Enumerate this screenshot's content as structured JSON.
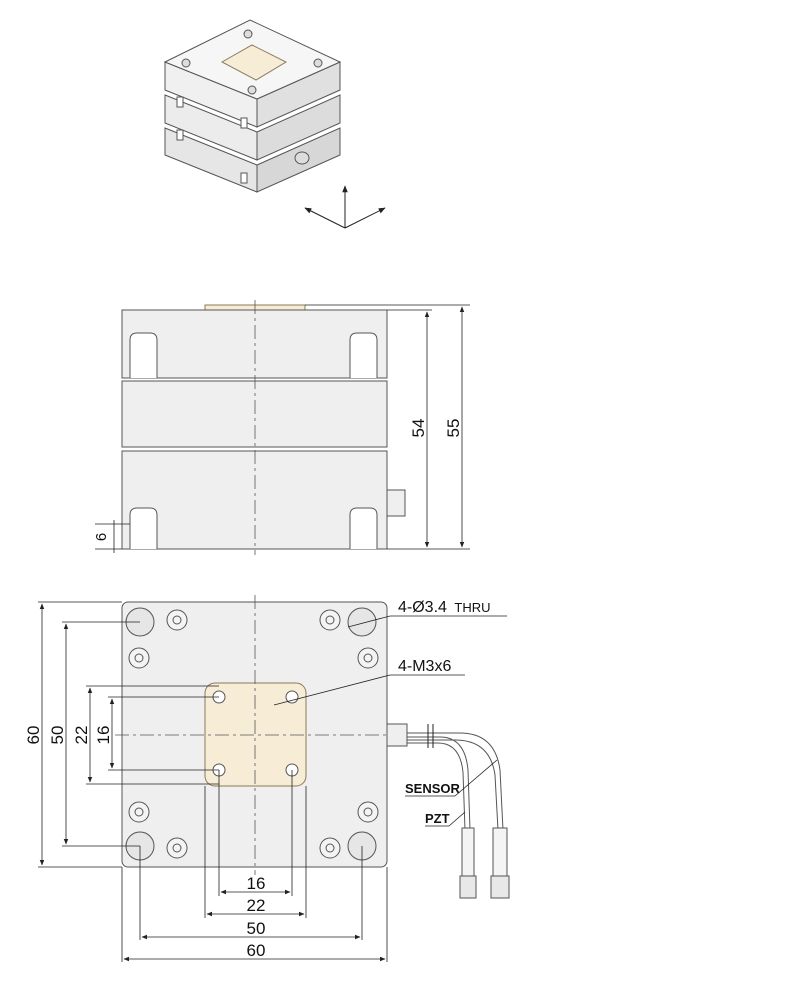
{
  "labels": {
    "dim_height_54": "54",
    "dim_height_55": "55",
    "dim_slot_6": "6",
    "dim_left_60": "60",
    "dim_left_50": "50",
    "dim_left_22": "22",
    "dim_left_16": "16",
    "dim_bottom_16": "16",
    "dim_bottom_22": "22",
    "dim_bottom_50": "50",
    "dim_bottom_60": "60",
    "thru_hole_count": "4-Ø3.4",
    "thru_hole_suffix": "THRU",
    "tapped_hole": "4-M3x6",
    "cable_sensor": "SENSOR",
    "cable_pzt": "PZT"
  }
}
